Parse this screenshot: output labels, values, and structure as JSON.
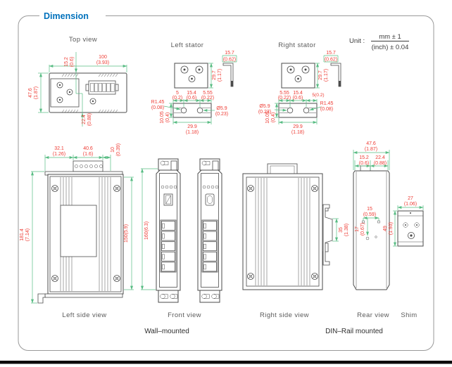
{
  "title": "Dimension",
  "unit": {
    "prefix": "Unit :",
    "numerator": "mm ± 1",
    "denominator": "(inch) ± 0.04"
  },
  "labels": {
    "top_view": "Top view",
    "left_stator": "Left stator",
    "right_stator": "Right stator",
    "left_side_view": "Left side view",
    "front_view": "Front view",
    "right_side_view": "Right side view",
    "rear_view": "Rear view",
    "shim": "Shim",
    "wall_mounted": "Wall–mounted",
    "din_rail_mounted": "DIN–Rail mounted"
  },
  "colors": {
    "accent_blue": "#0071bc",
    "dim_text_red": "#ee3b33",
    "dim_line_green": "#58bc83",
    "outline_gray": "#4b4b4b",
    "frame_gray": "#9a9a9a"
  },
  "dims": {
    "top_view": {
      "width": {
        "mm": "100",
        "inch": "(3.93)"
      },
      "offset_top": {
        "mm": "15.2",
        "inch": "(0.6)"
      },
      "height": {
        "mm": "47.6",
        "inch": "(1.87)"
      },
      "offset_bottom": {
        "mm": "22.4",
        "inch": "(0.88)"
      }
    },
    "left_stator": {
      "plate_height": {
        "mm": "29.7",
        "inch": "(1.17)"
      },
      "bracket_depth": {
        "mm": "15.7",
        "inch": "(0.62)"
      },
      "edge_to_slot": {
        "mm": "5",
        "inch": "(0.2)"
      },
      "slot_spacing": {
        "mm": "15.4",
        "inch": "(0.6)"
      },
      "slot_to_edge": {
        "mm": "5.55",
        "inch": "(0.22)"
      },
      "slot_radius": {
        "mm": "R1.45",
        "inch": "(0.08)"
      },
      "hole_dia": {
        "mm": "Ø5.9",
        "inch": "(0.23)"
      },
      "base_height": {
        "mm": "10.05",
        "inch": "(0.4)"
      },
      "base_width": {
        "mm": "29.9",
        "inch": "(1.18)"
      }
    },
    "right_stator": {
      "bracket_depth": {
        "mm": "15.7",
        "inch": "(0.62)"
      },
      "plate_height": {
        "mm": "29.7",
        "inch": "(1.17)"
      },
      "slot_to_edge": {
        "mm": "5.55",
        "inch": "(0.22)"
      },
      "slot_spacing": {
        "mm": "15.4",
        "inch": "(0.6)"
      },
      "edge_to_slot": "5(0.2)",
      "hole_dia": {
        "mm": "Ø5.9",
        "inch": "(0.23)"
      },
      "slot_radius": {
        "mm": "R1.45",
        "inch": "(0.08)"
      },
      "base_height": {
        "mm": "10.05",
        "inch": "(0.4)"
      },
      "base_width": {
        "mm": "29.9",
        "inch": "(1.18)"
      }
    },
    "left_side_view": {
      "flange_left": {
        "mm": "32.1",
        "inch": "(1.26)"
      },
      "block_width": {
        "mm": "40.6",
        "inch": "(1.6)"
      },
      "flange_right": {
        "mm": "10",
        "inch": "(0.39)"
      },
      "total_height": {
        "mm": "181.4",
        "inch": "(7.14)"
      },
      "body_height": "150(5.9)"
    },
    "front_view": {
      "body_height": "160(6.3)"
    },
    "rear_view": {
      "width": {
        "mm": "47.6",
        "inch": "(1.87)"
      },
      "width_left": {
        "mm": "15.2",
        "inch": "(0.6)"
      },
      "width_right": {
        "mm": "22.4",
        "inch": "(0.88)"
      },
      "hole_spacing": {
        "mm": "15",
        "inch": "(0.59)"
      },
      "hole_offset": {
        "mm": "17",
        "inch": "(0.67)"
      }
    },
    "din_rail": {
      "height": {
        "mm": "35",
        "inch": "(1.38)"
      }
    },
    "shim": {
      "width": {
        "mm": "27",
        "inch": "(1.06)"
      },
      "height": {
        "mm": "49",
        "inch": "(1.93)"
      }
    }
  }
}
